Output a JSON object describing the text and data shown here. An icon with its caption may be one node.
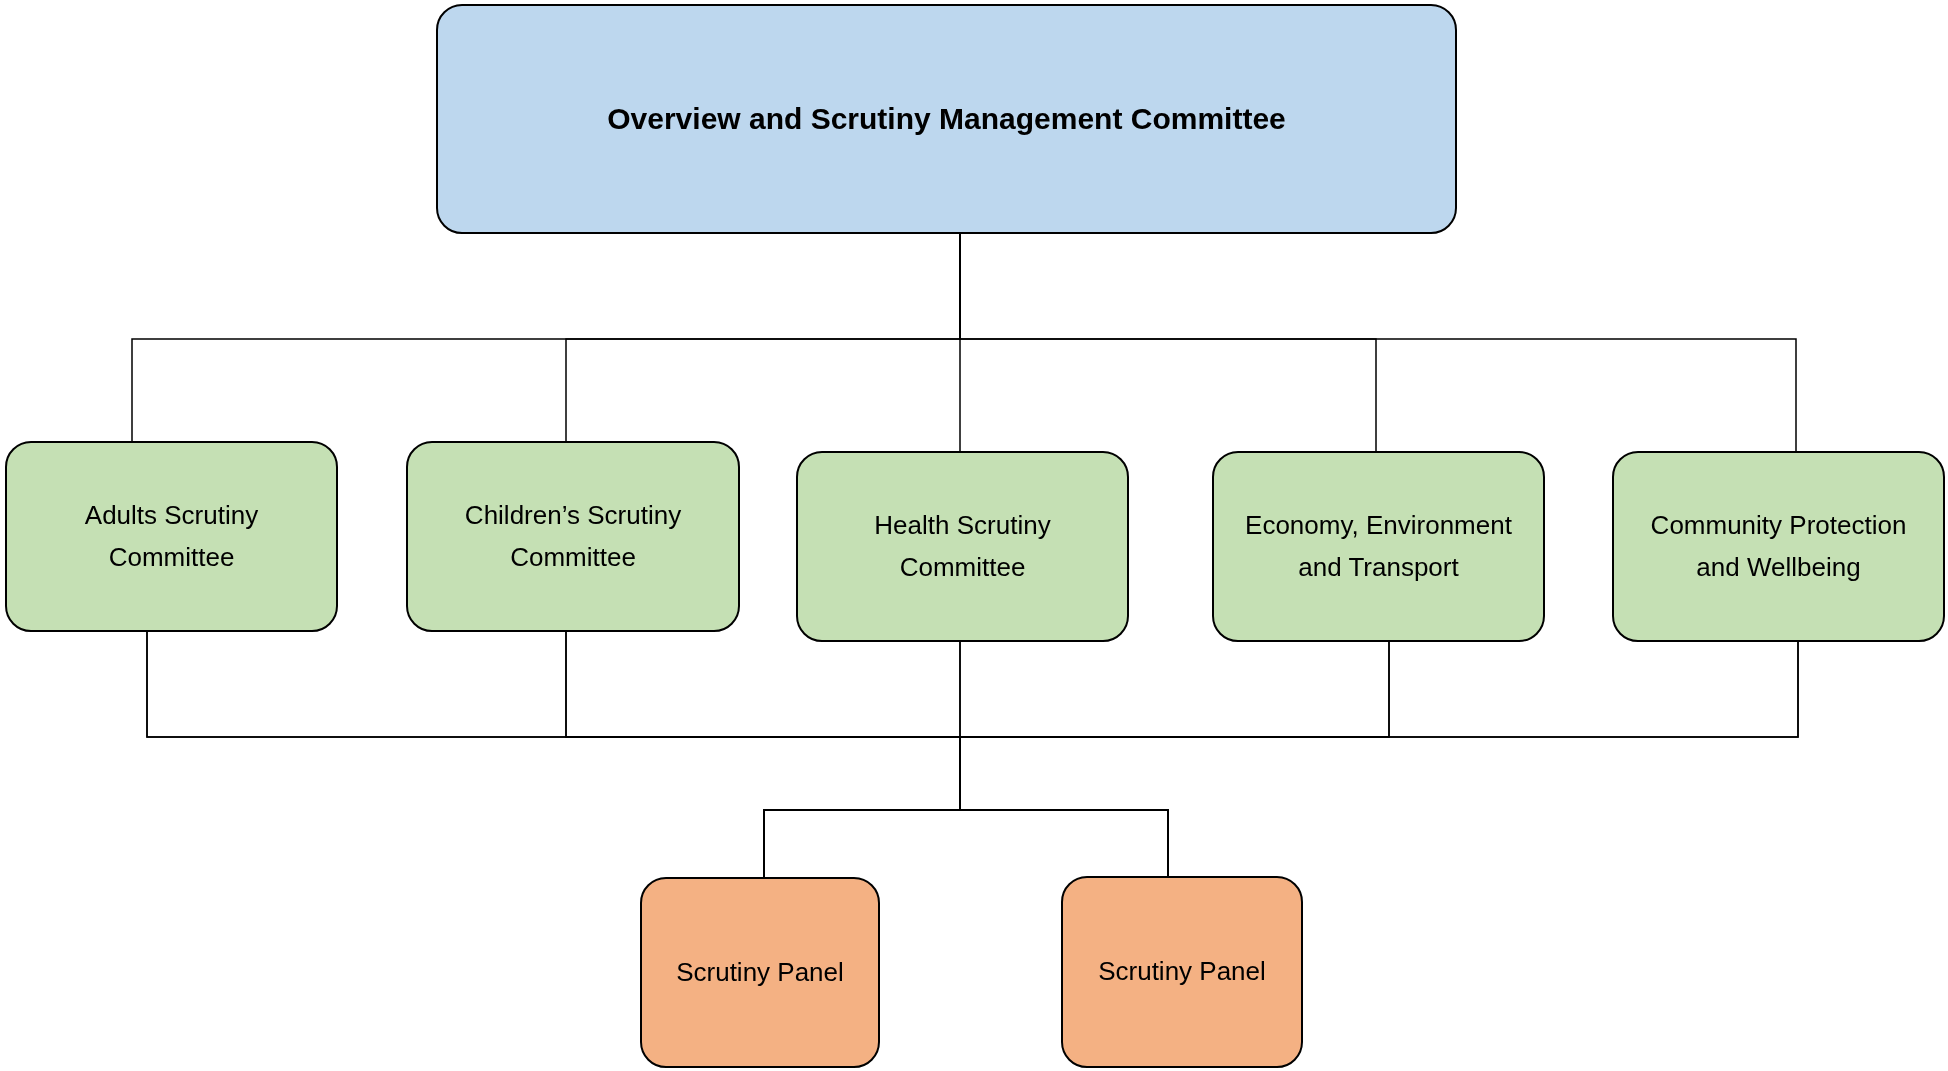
{
  "diagram": {
    "nodes": [
      {
        "text": [
          "Overview and Scrutiny Management Committee"
        ]
      },
      {
        "text": [
          "Adults Scrutiny Committee"
        ]
      },
      {
        "text": [
          "Children’s Scrutiny Committee"
        ]
      },
      {
        "text": [
          "Health Scrutiny Committee"
        ]
      },
      {
        "text": [
          "Economy, Environment and Transport"
        ]
      },
      {
        "text": [
          "Community Protection and Wellbeing"
        ]
      },
      {
        "text": [
          "Scrutiny Panel"
        ]
      },
      {
        "text": [
          "Scrutiny Panel"
        ]
      }
    ],
    "edges": [
      {
        "from": 0,
        "to": 1,
        "arrow": "none"
      },
      {
        "from": 0,
        "to": 2,
        "arrow": "none"
      },
      {
        "from": 0,
        "to": 3,
        "arrow": "none"
      },
      {
        "from": 0,
        "to": 4,
        "arrow": "none"
      },
      {
        "from": 0,
        "to": 5,
        "arrow": "none"
      },
      {
        "from": 1,
        "to": 6,
        "arrow": "none"
      },
      {
        "from": 1,
        "to": 7,
        "arrow": "none"
      },
      {
        "from": 2,
        "to": 6,
        "arrow": "none"
      },
      {
        "from": 2,
        "to": 7,
        "arrow": "none"
      },
      {
        "from": 3,
        "to": 6,
        "arrow": "none"
      },
      {
        "from": 3,
        "to": 7,
        "arrow": "none"
      },
      {
        "from": 4,
        "to": 6,
        "arrow": "none"
      },
      {
        "from": 4,
        "to": 7,
        "arrow": "none"
      },
      {
        "from": 5,
        "to": 6,
        "arrow": "none"
      },
      {
        "from": 5,
        "to": 7,
        "arrow": "none"
      }
    ]
  }
}
